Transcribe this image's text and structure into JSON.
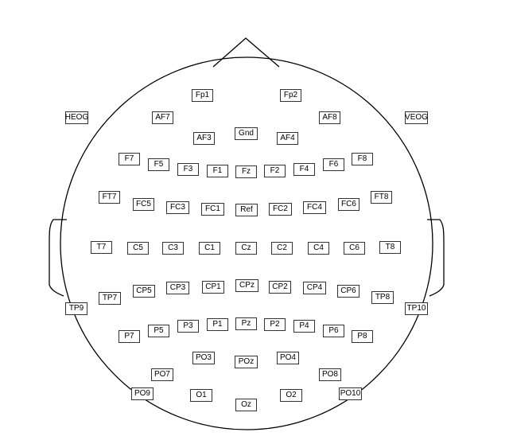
{
  "electrodes": [
    "Fp1",
    "Fp2",
    "HEOG",
    "AF7",
    "AF8",
    "VEOG",
    "Gnd",
    "AF3",
    "AF4",
    "F7",
    "F8",
    "F5",
    "F6",
    "F3",
    "F1",
    "Fz",
    "F2",
    "F4",
    "FT7",
    "FT8",
    "FC5",
    "FC6",
    "FC3",
    "FC1",
    "Ref",
    "FC2",
    "FC4",
    "T7",
    "C5",
    "C3",
    "C1",
    "Cz",
    "C2",
    "C4",
    "C6",
    "T8",
    "CPz",
    "CP1",
    "CP2",
    "CP3",
    "CP4",
    "CP5",
    "CP6",
    "TP7",
    "TP8",
    "TP9",
    "TP10",
    "P1",
    "Pz",
    "P2",
    "P3",
    "P4",
    "P5",
    "P6",
    "P7",
    "P8",
    "PO3",
    "PO4",
    "POz",
    "PO7",
    "PO8",
    "PO9",
    "PO10",
    "O1",
    "O2",
    "Oz"
  ]
}
